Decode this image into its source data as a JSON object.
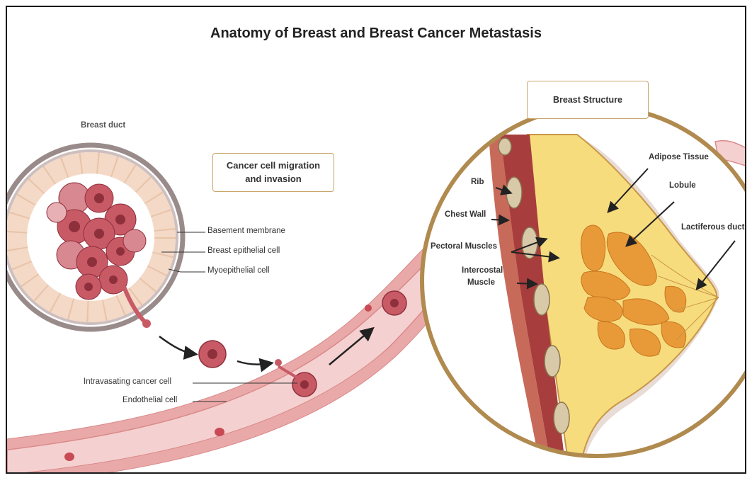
{
  "title": "Anatomy of Breast and Breast Cancer Metastasis",
  "left_panel": {
    "duct_label": "Breast duct",
    "migration_box": "Cancer cell migration and invasion",
    "labels": {
      "basement_membrane": "Basement membrane",
      "epithelial_cell": "Breast epithelial cell",
      "myoepithelial_cell": "Myoepithelial cell",
      "intravasating_cell": "Intravasating cancer cell",
      "endothelial_cell": "Endothelial cell"
    }
  },
  "right_panel": {
    "structure_box": "Breast Structure",
    "labels": {
      "rib": "Rib",
      "chest_wall": "Chest Wall",
      "pectoral_muscles": "Pectoral Muscles",
      "intercostal_line1": "Intercostal",
      "intercostal_line2": "Muscle",
      "adipose_tissue": "Adipose Tissue",
      "lobule": "Lobule",
      "lactiferous_duct": "Lactiferous duct"
    }
  },
  "colors": {
    "vessel": "#f2c4c4",
    "vessel_edge": "#d98a8a",
    "cancer": "#c85a66",
    "cancer_dark": "#8e2f3c",
    "duct_ring": "#a09090",
    "epithelial": "#f7dccb",
    "circle_border": "#b08a4e",
    "muscle": "#a73d3d",
    "adipose": "#f5d46e",
    "lobule": "#e89a38"
  }
}
